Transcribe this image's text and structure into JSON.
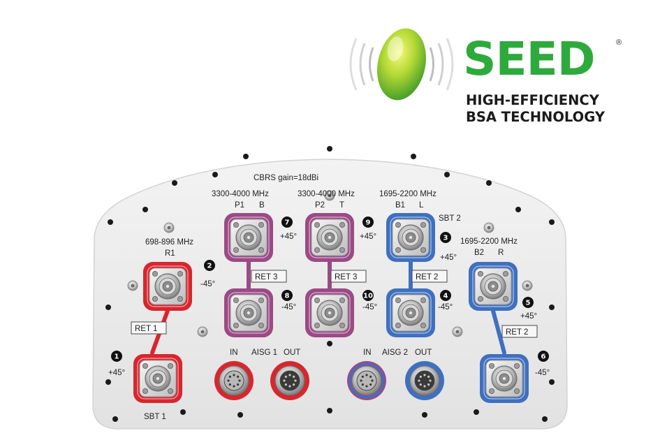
{
  "logo": {
    "brand": "SEED",
    "registered": "®",
    "tagline_1": "HIGH-EFFICIENCY",
    "tagline_2": "BSA TECHNOLOGY",
    "brand_color": "#2eaa3c",
    "tagline_color": "#1a1a1a"
  },
  "panel": {
    "cbrs_gain": "CBRS gain=18dBi",
    "colors": {
      "red": "#d8262e",
      "purple": "#9b4a86",
      "blue": "#3f70bf",
      "body": "#ececec"
    },
    "bands": {
      "p1b": {
        "freq": "3300-4000 MHz",
        "left": "P1",
        "right": "B"
      },
      "p2t": {
        "freq": "3300-4000 MHz",
        "left": "P2",
        "right": "T"
      },
      "b1l": {
        "freq": "1695-2200 MHz",
        "left": "B1",
        "right": "L"
      },
      "r1": {
        "freq": "698-896 MHz",
        "name": "R1"
      },
      "b2r": {
        "freq": "1695-2200 MHz",
        "left": "B2",
        "right": "R"
      }
    },
    "sbt_1": "SBT 1",
    "sbt_2": "SBT 2",
    "ports": {
      "p1": {
        "num": "1",
        "pol": "+45°"
      },
      "p2": {
        "num": "2",
        "pol": "-45°"
      },
      "p3": {
        "num": "3",
        "pol": "+45°"
      },
      "p4": {
        "num": "4",
        "pol": "-45°"
      },
      "p5": {
        "num": "5",
        "pol": "+45°"
      },
      "p6": {
        "num": "6",
        "pol": "-45°"
      },
      "p7": {
        "num": "7",
        "pol": "+45°"
      },
      "p8": {
        "num": "8",
        "pol": "-45°"
      },
      "p9": {
        "num": "9",
        "pol": "+45°"
      },
      "p10": {
        "num": "10",
        "pol": "-45°"
      }
    },
    "ret_tags": {
      "ret1": "RET 1",
      "ret3a": "RET 3",
      "ret3b": "RET 3",
      "ret2a": "RET 2",
      "ret2b": "RET 2"
    },
    "aisg": {
      "aisg1": "AISG 1",
      "aisg2": "AISG 2",
      "in_1": "IN",
      "out_1": "OUT",
      "in_2": "IN",
      "out_2": "OUT"
    }
  }
}
